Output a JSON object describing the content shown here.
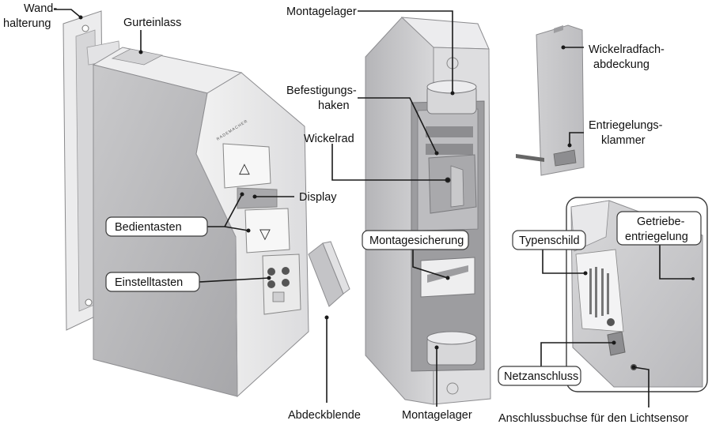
{
  "labels": {
    "wandhalterung_1": "Wand-",
    "wandhalterung_2": "halterung",
    "gurteinlass": "Gurteinlass",
    "display": "Display",
    "bedientasten": "Bedientasten",
    "einstelltasten": "Einstelltasten",
    "abdeckblende": "Abdeckblende",
    "montagelager_top": "Montagelager",
    "befestigungshaken_1": "Befestigungs-",
    "befestigungshaken_2": "haken",
    "wickelrad": "Wickelrad",
    "montagesicherung": "Montagesicherung",
    "montagelager_bottom": "Montagelager",
    "wickelradfach_1": "Wickelradfach-",
    "wickelradfach_2": "abdeckung",
    "entriegelung_1": "Entriegelungs-",
    "entriegelung_2": "klammer",
    "typenschild": "Typenschild",
    "getriebe_1": "Getriebe-",
    "getriebe_2": "entriegelung",
    "netzanschluss": "Netzanschluss",
    "lichtsensor": "Anschlussbuchse für den Lichtsensor"
  },
  "device": {
    "brand": "RADEMACHER",
    "up_symbol": "△",
    "down_symbol": "▽"
  }
}
